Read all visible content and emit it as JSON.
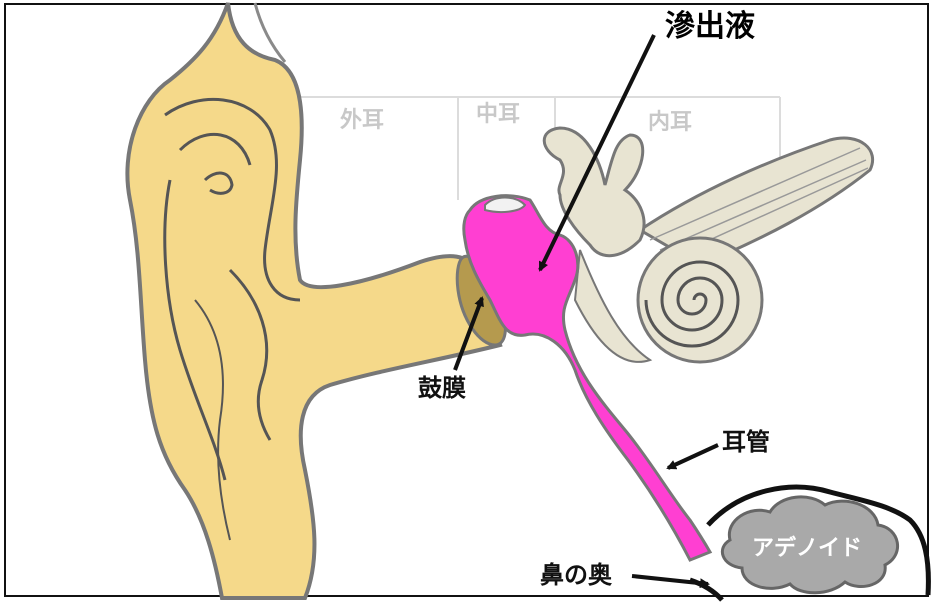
{
  "labels": {
    "effusion": "滲出液",
    "outer_ear": "外耳",
    "middle_ear": "中耳",
    "inner_ear": "内耳",
    "eardrum": "鼓膜",
    "eustachian_tube": "耳管",
    "adenoid": "アデノイド",
    "nasopharynx": "鼻の奥"
  },
  "colors": {
    "auricle": "#f5d98a",
    "effusion": "#ff3fd2",
    "inner_ear": "#e8e4d2",
    "eardrum": "#b59a4e",
    "adenoid": "#a9a9a9",
    "outline": "#777777"
  }
}
